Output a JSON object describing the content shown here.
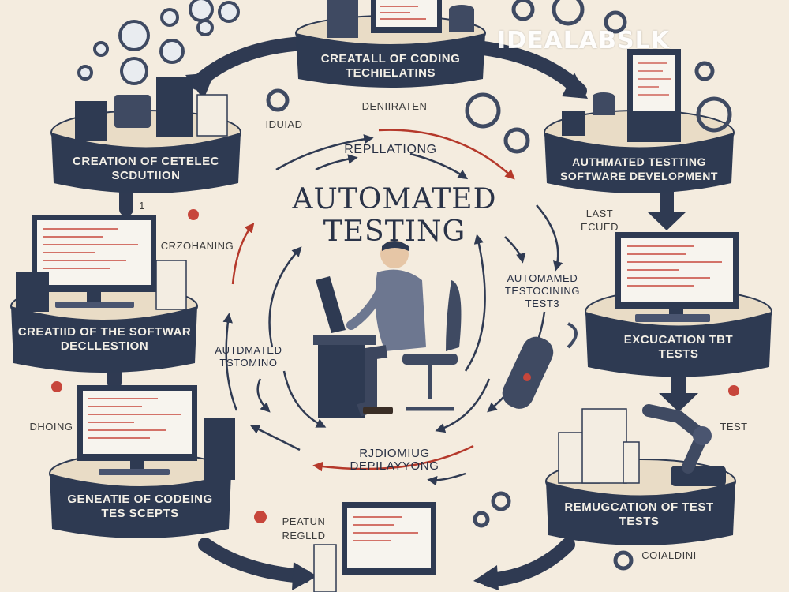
{
  "colors": {
    "background": "#f4ecdf",
    "platform_dark": "#2e3a52",
    "platform_top": "#e9dcc6",
    "arrow_dark": "#2f3a52",
    "arrow_red": "#b5392b",
    "screen_code": "#c7463b"
  },
  "title": "AUTOMATED TESTING",
  "watermark": "IDEALABSLK",
  "stages": [
    {
      "id": "top",
      "label": "CREATALL OF CODING TECHIELATINS"
    },
    {
      "id": "upper-left",
      "label": "CREATION OF CETELEC SCDUTIION"
    },
    {
      "id": "upper-right",
      "label": "AUTHMATED TESTTING SOFTWARE DEVELOPMENT"
    },
    {
      "id": "mid-left",
      "label": "CREATIID OF THE SOFTWAR DECLLESTION"
    },
    {
      "id": "mid-right",
      "label": "EXCUCATION TBT TESTS"
    },
    {
      "id": "lower-left",
      "label": "GENEATIE OF CODEING TES SCEPTS"
    },
    {
      "id": "lower-right",
      "label": "REMUGCATION OF TEST TESTS"
    }
  ],
  "notes": {
    "deniraten": "DENIIRATEN",
    "iduad": "IDUIAD",
    "replating": "REPLLATIONG",
    "last_ecued": "LAST ECUED",
    "crzohaning": "CRZOHANING",
    "automated_right": "AUTOMAMED TESTOCINING TEST3",
    "automated_left": "AUTDMATED TSTOMINO",
    "dhoing": "DHOING",
    "rudiomiug": "RJDIOMIUG DEPILAYYONG",
    "test": "TEST",
    "peatun": "PEATUN REGLLD",
    "coialdini": "COIALDINI",
    "arrow_one": "1"
  },
  "icons": [
    "gear-icon",
    "server-icon",
    "monitor-icon",
    "database-icon",
    "robot-arm-icon",
    "scanner-icon",
    "location-pin-icon",
    "person-icon"
  ]
}
